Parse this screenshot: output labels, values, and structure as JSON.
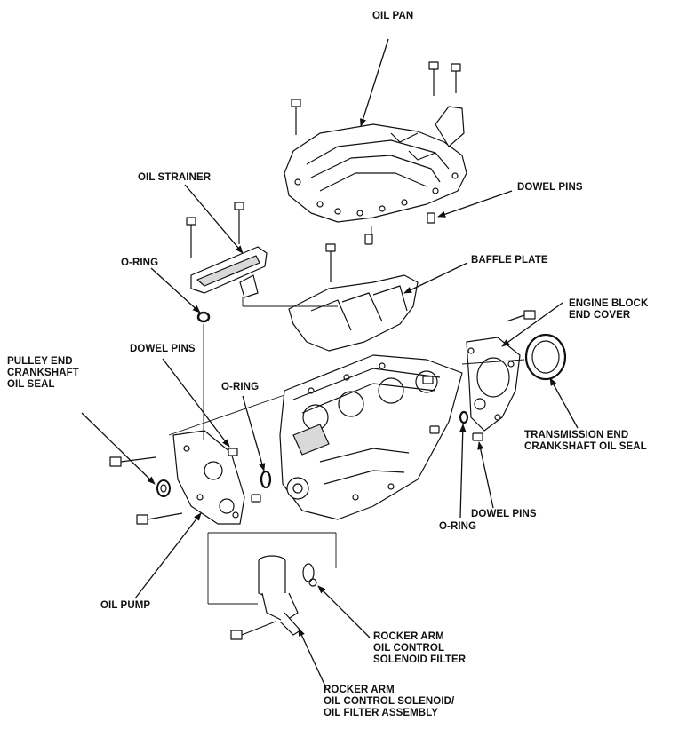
{
  "diagram": {
    "labels": {
      "oil_pan": [
        "OIL PAN"
      ],
      "dowel_pins_top": [
        "DOWEL PINS"
      ],
      "oil_strainer": [
        "OIL STRAINER"
      ],
      "o_ring_strainer": [
        "O-RING"
      ],
      "baffle_plate": [
        "BAFFLE PLATE"
      ],
      "engine_block_end_cover": [
        "ENGINE BLOCK",
        "END COVER"
      ],
      "pulley_end_seal": [
        "PULLEY END",
        "CRANKSHAFT",
        "OIL SEAL"
      ],
      "dowel_pins_mid": [
        "DOWEL PINS"
      ],
      "o_ring_mid": [
        "O-RING"
      ],
      "transmission_end_seal": [
        "TRANSMISSION END",
        "CRANKSHAFT OIL SEAL"
      ],
      "dowel_pins_right": [
        "DOWEL PINS"
      ],
      "o_ring_right": [
        "O-RING"
      ],
      "oil_pump": [
        "OIL PUMP"
      ],
      "rocker_filter": [
        "ROCKER ARM",
        "OIL CONTROL",
        "SOLENOID FILTER"
      ],
      "rocker_assembly": [
        "ROCKER ARM",
        "OIL CONTROL SOLENOID/",
        "OIL FILTER ASSEMBLY"
      ]
    },
    "colors": {
      "line": "#111111",
      "fill": "#ffffff",
      "shade": "#d9d9d9"
    }
  }
}
